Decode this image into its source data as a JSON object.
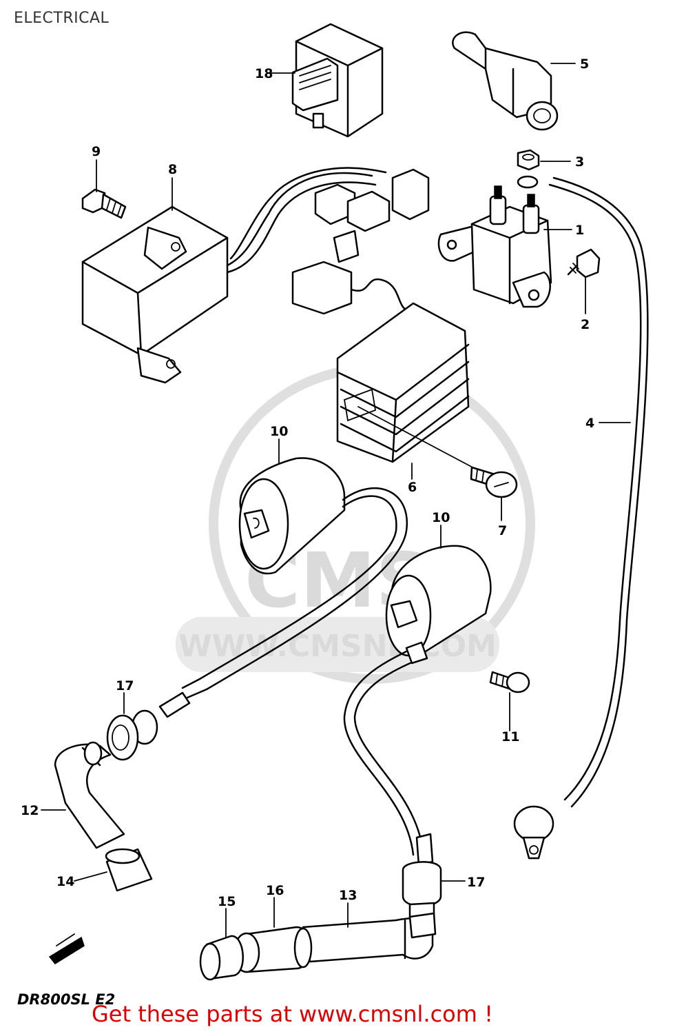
{
  "title": "ELECTRICAL",
  "model_label": "DR800SL  E2",
  "watermark": {
    "brand": "CMS",
    "url": "WWW.CMSNL.COM"
  },
  "footer_link": {
    "text": "Get these parts at www.cmsnl.com !",
    "color": "#e00000"
  },
  "callouts": {
    "c1": "1",
    "c2": "2",
    "c3": "3",
    "c4": "4",
    "c5": "5",
    "c6": "6",
    "c7": "7",
    "c8": "8",
    "c9": "9",
    "c10a": "10",
    "c10b": "10",
    "c11": "11",
    "c12": "12",
    "c13": "13",
    "c14": "14",
    "c15": "15",
    "c16": "16",
    "c17a": "17",
    "c17b": "17",
    "c18": "18"
  }
}
